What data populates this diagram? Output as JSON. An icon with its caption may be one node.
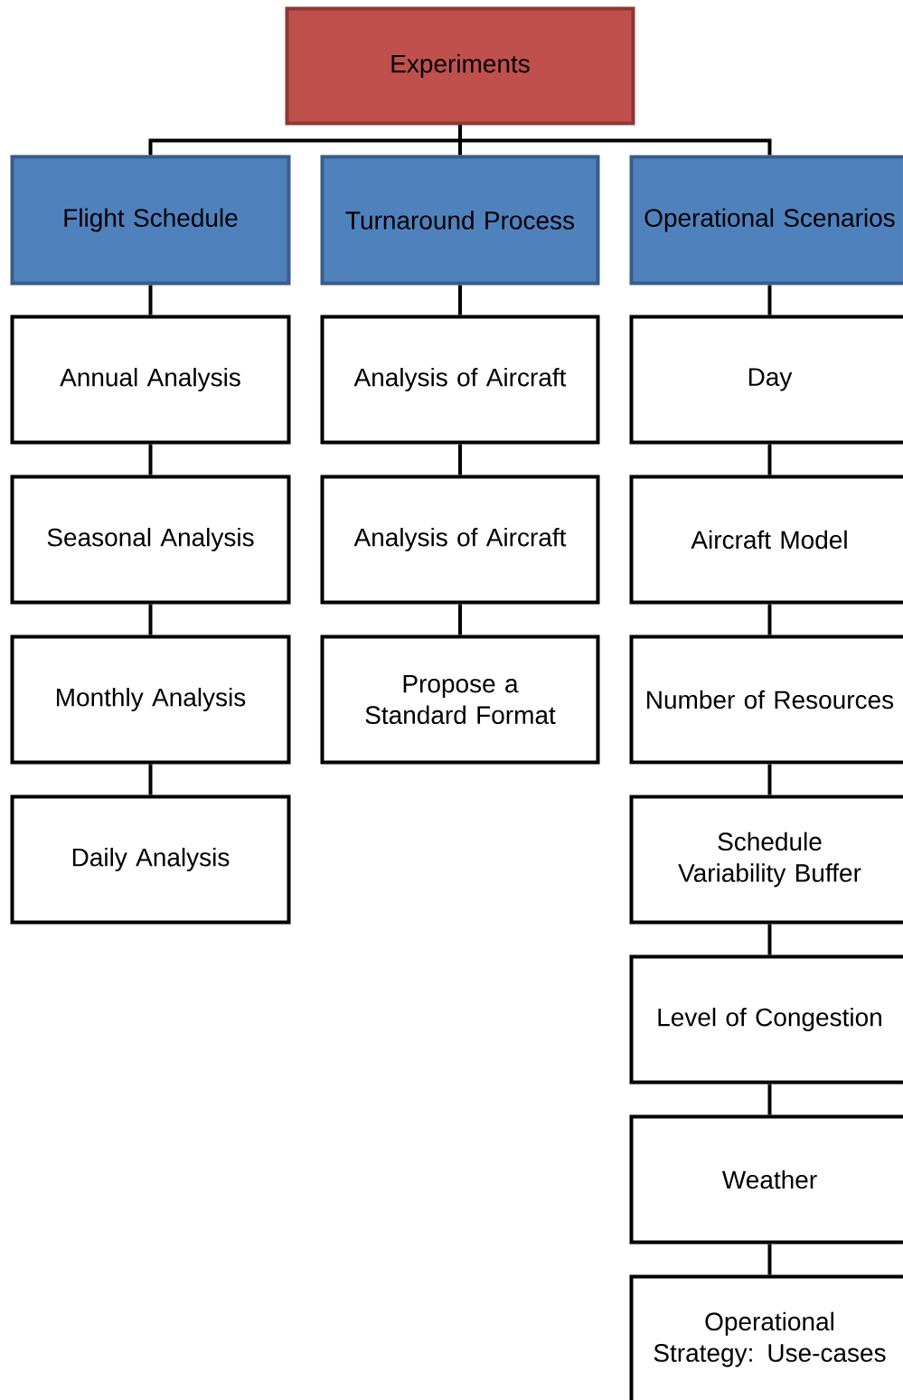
{
  "diagram": {
    "nodes": [
      {
        "text": [
          "Experiments"
        ]
      },
      {
        "text": [
          "Flight Schedule"
        ]
      },
      {
        "text": [
          "Turnaround Process"
        ]
      },
      {
        "text": [
          "Operational Scenarios"
        ]
      },
      {
        "text": [
          "Annual Analysis"
        ]
      },
      {
        "text": [
          "Seasonal Analysis"
        ]
      },
      {
        "text": [
          "Monthly Analysis"
        ]
      },
      {
        "text": [
          "Daily Analysis"
        ]
      },
      {
        "text": [
          "Analysis of Aircraft"
        ]
      },
      {
        "text": [
          "Analysis of Aircraft"
        ]
      },
      {
        "text": [
          "Propose a Standard Format"
        ]
      },
      {
        "text": [
          "Day"
        ]
      },
      {
        "text": [
          "Aircraft Model"
        ]
      },
      {
        "text": [
          "Number of Resources"
        ]
      },
      {
        "text": [
          "Schedule Variability Buffer"
        ]
      },
      {
        "text": [
          "Level of Congestion"
        ]
      },
      {
        "text": [
          "Weather"
        ]
      },
      {
        "text": [
          "Operational Strategy: Use-cases"
        ]
      }
    ],
    "edges": [
      {
        "from": 0,
        "to": 1,
        "arrow": "none"
      },
      {
        "from": 0,
        "to": 2,
        "arrow": "none"
      },
      {
        "from": 0,
        "to": 3,
        "arrow": "none"
      },
      {
        "from": 1,
        "to": 4,
        "arrow": "none"
      },
      {
        "from": 4,
        "to": 5,
        "arrow": "none"
      },
      {
        "from": 5,
        "to": 6,
        "arrow": "none"
      },
      {
        "from": 6,
        "to": 7,
        "arrow": "none"
      },
      {
        "from": 2,
        "to": 8,
        "arrow": "none"
      },
      {
        "from": 8,
        "to": 9,
        "arrow": "none"
      },
      {
        "from": 9,
        "to": 10,
        "arrow": "none"
      },
      {
        "from": 3,
        "to": 11,
        "arrow": "none"
      },
      {
        "from": 11,
        "to": 12,
        "arrow": "none"
      },
      {
        "from": 12,
        "to": 13,
        "arrow": "none"
      },
      {
        "from": 13,
        "to": 14,
        "arrow": "none"
      },
      {
        "from": 14,
        "to": 15,
        "arrow": "none"
      },
      {
        "from": 15,
        "to": 16,
        "arrow": "none"
      },
      {
        "from": 16,
        "to": 17,
        "arrow": "none"
      }
    ]
  }
}
